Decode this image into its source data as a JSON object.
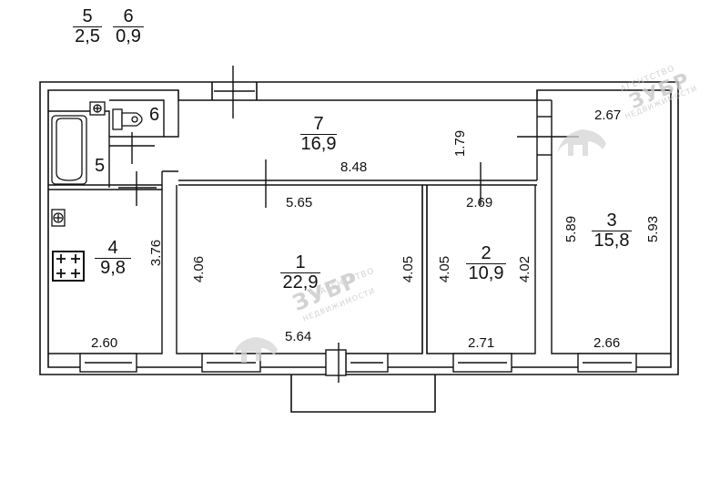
{
  "legend": [
    {
      "num": "5",
      "area": "2,5"
    },
    {
      "num": "6",
      "area": "0,9"
    }
  ],
  "rooms": [
    {
      "num": "1",
      "area": "22,9"
    },
    {
      "num": "2",
      "area": "10,9"
    },
    {
      "num": "3",
      "area": "15,8"
    },
    {
      "num": "4",
      "area": "9,8"
    },
    {
      "num": "5"
    },
    {
      "num": "6"
    },
    {
      "num": "7",
      "area": "16,9"
    }
  ],
  "dimensions": {
    "r7_length": "8.48",
    "r7_width": "1.79",
    "r1_top": "5.65",
    "r1_bottom": "5.64",
    "r1_left": "4.06",
    "r1_right": "4.05",
    "r2_top": "2.69",
    "r2_bottom": "2.71",
    "r2_left": "4.05",
    "r2_right": "4.02",
    "r3_top": "2.67",
    "r3_bottom": "2.66",
    "r3_left": "5.89",
    "r3_right": "5.93",
    "r4_bottom": "2.60",
    "r4_right": "3.76"
  },
  "watermark": {
    "top_line": "АГЕНТСТВО",
    "name": "ЗУБР",
    "bottom_line": "НЕДВИЖИМОСТИ"
  }
}
